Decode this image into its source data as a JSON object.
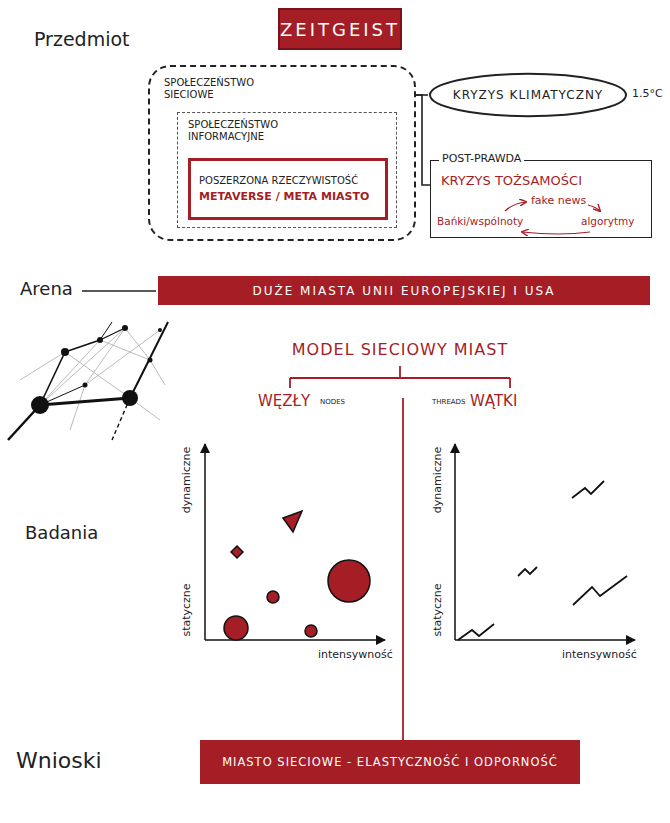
{
  "diagram": {
    "nodes": [
      {
        "text": [
          "ZEITGEIST"
        ]
      },
      {
        "text": [
          "SPOŁECZEŃSTWO SIECIOWE"
        ]
      },
      {
        "text": [
          "SPOŁECZEŃSTWO INFORMACYJNE"
        ],
        "in": 1
      },
      {
        "text": [
          "POSZERZONA RZECZYWISTOŚĆ",
          "METAVERSE / META MIASTO"
        ],
        "in": 2
      },
      {
        "text": [
          "KRYZYS KLIMATYCZNY"
        ]
      },
      {
        "text": [
          "POST-PRAWDA",
          "KRYZYS TOŻSAMOŚCI",
          "fake news",
          "Bańki/wspólnoty",
          "algorytmy"
        ]
      },
      {
        "text": [
          "DUŻE MIASTA UNII EUROPEJSKIEJ I USA"
        ]
      },
      {
        "text": [
          "MIASTO SIECIOWE - ELASTYCZNOŚĆ I ODPORNOŚĆ"
        ]
      }
    ],
    "edges": [
      {
        "from": 1,
        "to": 4,
        "arrow": "none"
      },
      {
        "from": 1,
        "to": 5,
        "arrow": "none"
      }
    ],
    "labels": [
      "Przedmiot",
      "1.5°C",
      "Arena",
      "Badania",
      "MODEL SIECIOWY MIAST",
      "WĘZŁY",
      "NODES",
      "THREADS",
      "WĄTKI",
      "dynamiczne",
      "statyczne",
      "intensywność",
      "dynamiczne",
      "statyczne",
      "intensywność",
      "Wnioski"
    ]
  }
}
